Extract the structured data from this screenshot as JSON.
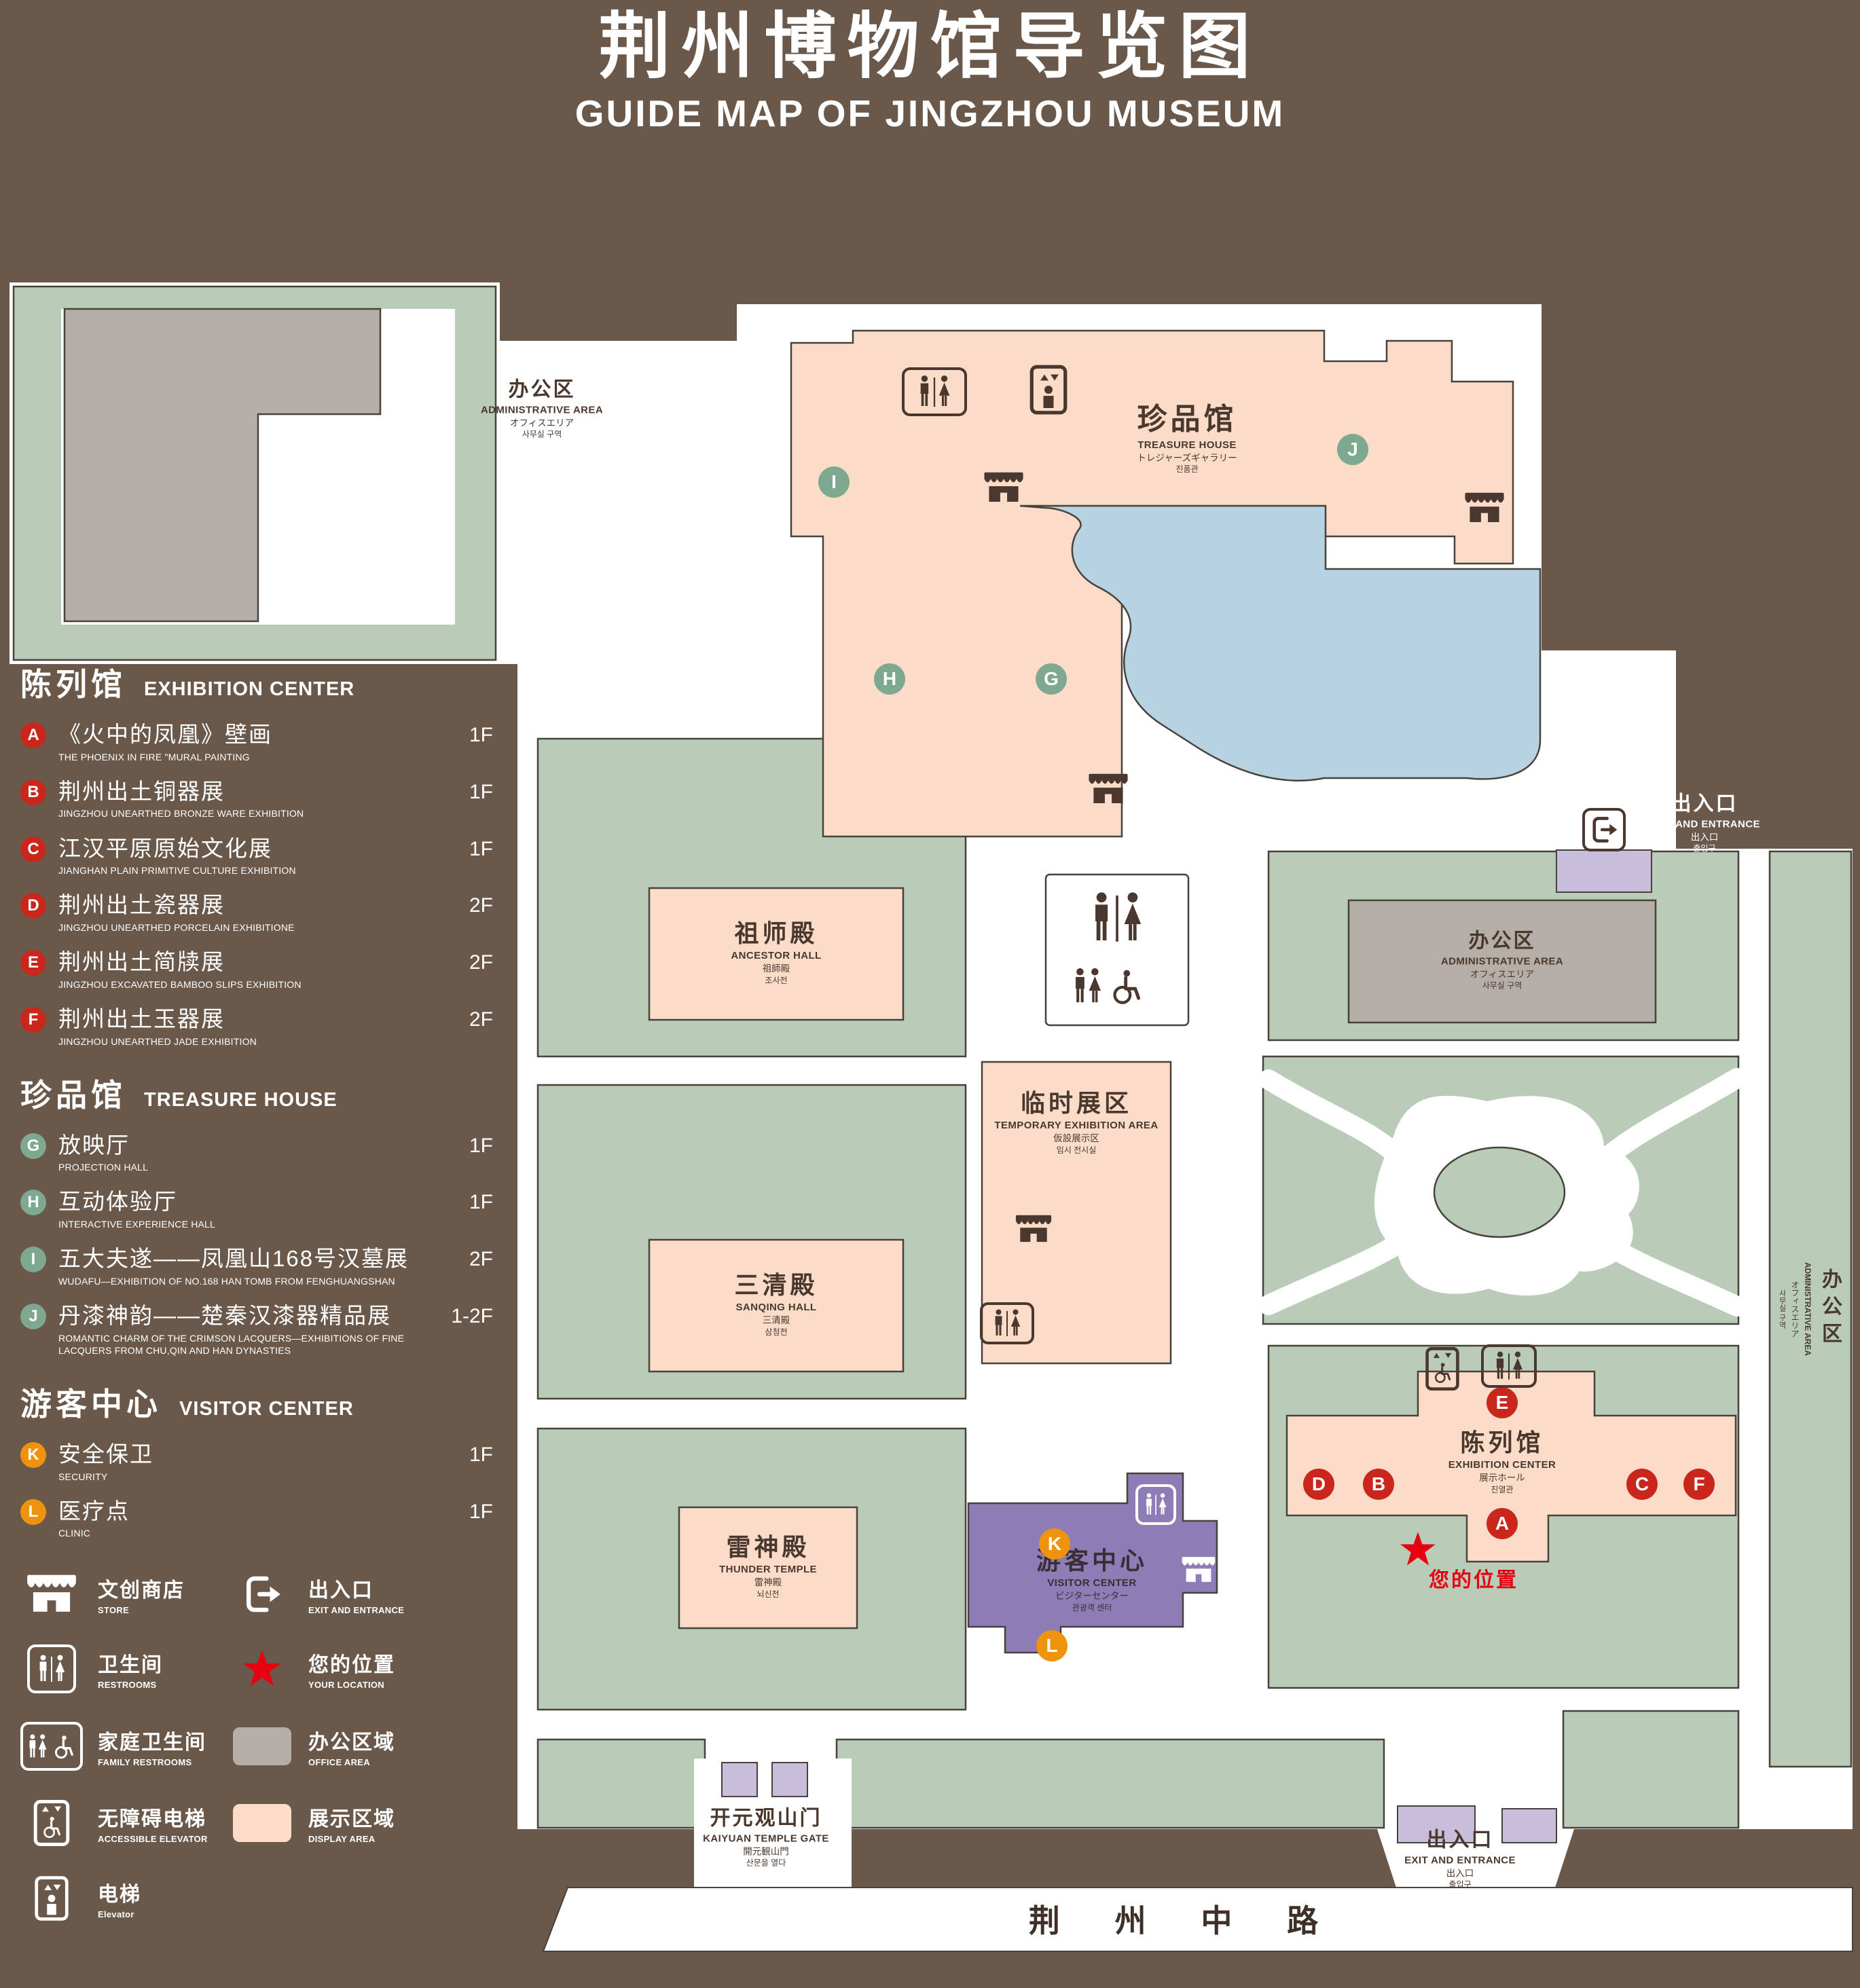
{
  "title": {
    "cn": "荆州博物馆导览图",
    "en": "GUIDE MAP OF JINGZHOU MUSEUM"
  },
  "colors": {
    "background": "#6A584B",
    "map_green": "#B9CCB7",
    "display_area_pink": "#FADCC9",
    "office_area_gray": "#B5AEA8",
    "water_blue": "#B7D3E1",
    "visitor_center_purple": "#8D7CB5",
    "entrance_lavender": "#C9BED9",
    "marker_red": "#C9261C",
    "marker_green": "#7EA890",
    "marker_orange": "#F0930C",
    "location_red": "#E60012"
  },
  "sidebar": {
    "sections": [
      {
        "cn": "陈列馆",
        "en": "EXHIBITION CENTER",
        "items": [
          {
            "letter": "A",
            "cn": "《火中的凤凰》壁画",
            "en": "THE PHOENIX IN FIRE \"MURAL PAINTING",
            "floor": "1F"
          },
          {
            "letter": "B",
            "cn": "荆州出土铜器展",
            "en": "JINGZHOU UNEARTHED BRONZE WARE EXHIBITION",
            "floor": "1F"
          },
          {
            "letter": "C",
            "cn": "江汉平原原始文化展",
            "en": "JIANGHAN PLAIN PRIMITIVE CULTURE EXHIBITION",
            "floor": "1F"
          },
          {
            "letter": "D",
            "cn": "荆州出土瓷器展",
            "en": "JINGZHOU UNEARTHED PORCELAIN EXHIBITIONE",
            "floor": "2F"
          },
          {
            "letter": "E",
            "cn": "荆州出土简牍展",
            "en": "JINGZHOU EXCAVATED BAMBOO SLIPS EXHIBITION",
            "floor": "2F"
          },
          {
            "letter": "F",
            "cn": "荆州出土玉器展",
            "en": "JINGZHOU UNEARTHED JADE EXHIBITION",
            "floor": "2F"
          }
        ]
      },
      {
        "cn": "珍品馆",
        "en": "TREASURE HOUSE",
        "items": [
          {
            "letter": "G",
            "cn": "放映厅",
            "en": "PROJECTION HALL",
            "floor": "1F"
          },
          {
            "letter": "H",
            "cn": "互动体验厅",
            "en": "INTERACTIVE EXPERIENCE HALL",
            "floor": "1F"
          },
          {
            "letter": "I",
            "cn": "五大夫遂——凤凰山168号汉墓展",
            "en": "WUDAFU—EXHIBITION OF NO.168 HAN TOMB FROM FENGHUANGSHAN",
            "floor": "2F"
          },
          {
            "letter": "J",
            "cn": "丹漆神韵——楚秦汉漆器精品展",
            "en": "ROMANTIC CHARM OF THE CRIMSON LACQUERS—EXHIBITIONS OF FINE LACQUERS FROM CHU,QIN AND HAN DYNASTIES",
            "floor": "1-2F"
          }
        ]
      },
      {
        "cn": "游客中心",
        "en": "VISITOR CENTER",
        "items": [
          {
            "letter": "K",
            "cn": "安全保卫",
            "en": "SECURITY",
            "floor": "1F"
          },
          {
            "letter": "L",
            "cn": "医疗点",
            "en": "CLINIC",
            "floor": "1F"
          }
        ]
      }
    ],
    "legend": [
      {
        "icon": "store-icon",
        "cn": "文创商店",
        "en": "STORE"
      },
      {
        "icon": "exit-icon",
        "cn": "出入口",
        "en": "EXIT AND ENTRANCE"
      },
      {
        "icon": "restroom-icon",
        "cn": "卫生间",
        "en": "RESTROOMS"
      },
      {
        "icon": "location-star-icon",
        "cn": "您的位置",
        "en": "YOUR LOCATION"
      },
      {
        "icon": "family-restroom-icon",
        "cn": "家庭卫生间",
        "en": "FAMILY RESTROOMS"
      },
      {
        "icon": "office-area-swatch",
        "cn": "办公区域",
        "en": "OFFICE AREA"
      },
      {
        "icon": "accessible-elevator-icon",
        "cn": "无障碍电梯",
        "en": "ACCESSIBLE ELEVATOR"
      },
      {
        "icon": "display-area-swatch",
        "cn": "展示区域",
        "en": "DISPLAY AREA"
      },
      {
        "icon": "elevator-icon",
        "cn": "电梯",
        "en": "Elevator"
      }
    ]
  },
  "map": {
    "markers": [
      "A",
      "B",
      "C",
      "D",
      "E",
      "F",
      "G",
      "H",
      "I",
      "J",
      "K",
      "L"
    ],
    "buildings": {
      "admin_left": {
        "cn": "办公区",
        "en": "ADMINISTRATIVE AREA",
        "jp": "オフィスエリア",
        "kr": "사무실 구역"
      },
      "treasure": {
        "cn": "珍品馆",
        "en": "TREASURE HOUSE",
        "jp": "トレジャーズギャラリー",
        "kr": "진품관"
      },
      "ancestor": {
        "cn": "祖师殿",
        "en": "ANCESTOR HALL",
        "jp": "祖師殿",
        "kr": "조사전"
      },
      "temp": {
        "cn": "临时展区",
        "en": "TEMPORARY EXHIBITION AREA",
        "jp": "仮設展示区",
        "kr": "임시 전시실"
      },
      "sanqing": {
        "cn": "三清殿",
        "en": "SANQING HALL",
        "jp": "三清殿",
        "kr": "삼청전"
      },
      "thunder": {
        "cn": "雷神殿",
        "en": "THUNDER TEMPLE",
        "jp": "雷神殿",
        "kr": "뇌신전"
      },
      "admin_right": {
        "cn": "办公区",
        "en": "ADMINISTRATIVE AREA",
        "jp": "オフィスエリア",
        "kr": "사무실 구역"
      },
      "admin_strip": {
        "cn": "办公区",
        "en": "ADMINISTRATIVE AREA",
        "jp": "オフィスエリア",
        "kr": "사무실 구역"
      },
      "exhibition": {
        "cn": "陈列馆",
        "en": "EXHIBITION CENTER",
        "jp": "展示ホール",
        "kr": "진열관"
      },
      "visitor": {
        "cn": "游客中心",
        "en": "VISITOR CENTER",
        "jp": "ビジターセンター",
        "kr": "관광객 센터"
      },
      "gate": {
        "cn": "开元观山门",
        "en": "KAIYUAN TEMPLE GATE",
        "jp": "開元観山門",
        "kr": "산문을 열다"
      }
    },
    "exits": {
      "right": {
        "cn": "出入口",
        "en": "EXIT AND ENTRANCE",
        "jp": "出入口",
        "kr": "출입구"
      },
      "bottom": {
        "cn": "出入口",
        "en": "EXIT AND ENTRANCE",
        "jp": "出入口",
        "kr": "출입구"
      }
    },
    "road": "荆 州 中 路",
    "your_location": "您的位置"
  }
}
